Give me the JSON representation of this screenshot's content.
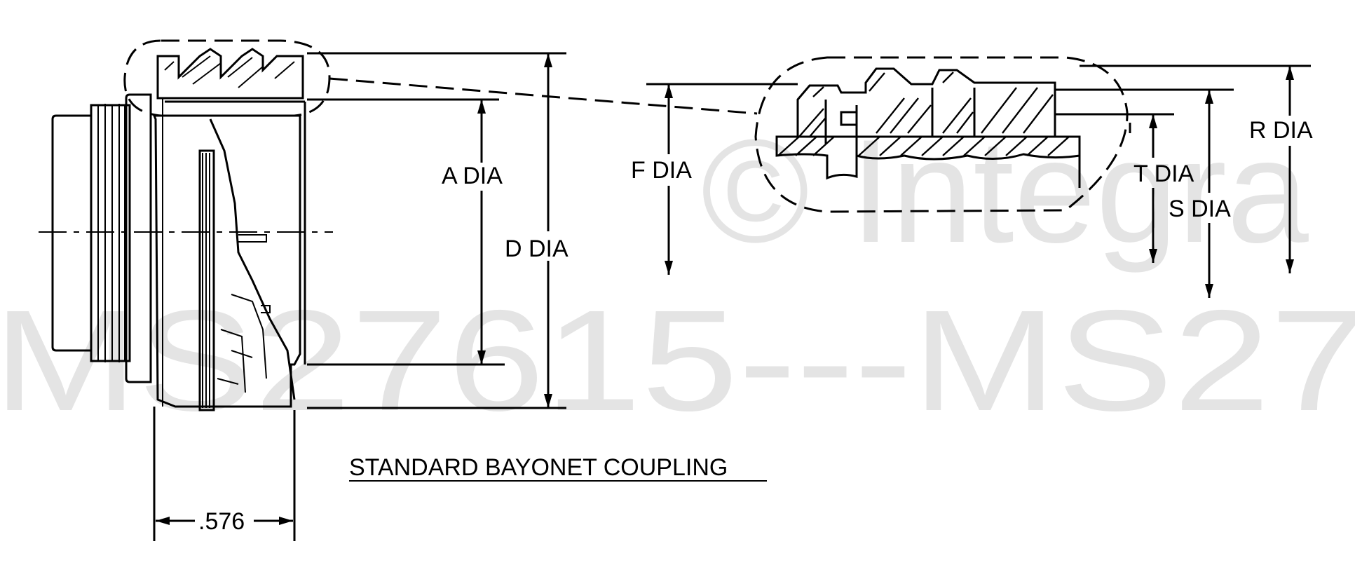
{
  "watermark": {
    "copyright": "© Integra",
    "part_number": "MS27615---MS27"
  },
  "title": "STANDARD BAYONET COUPLING",
  "dimensions": {
    "a_dia": "A  DIA",
    "d_dia": "D  DIA",
    "f_dia": "F  DIA",
    "t_dia": "T DIA",
    "s_dia": "S  DIA",
    "r_dia": "R  DIA",
    "length": ".576"
  }
}
